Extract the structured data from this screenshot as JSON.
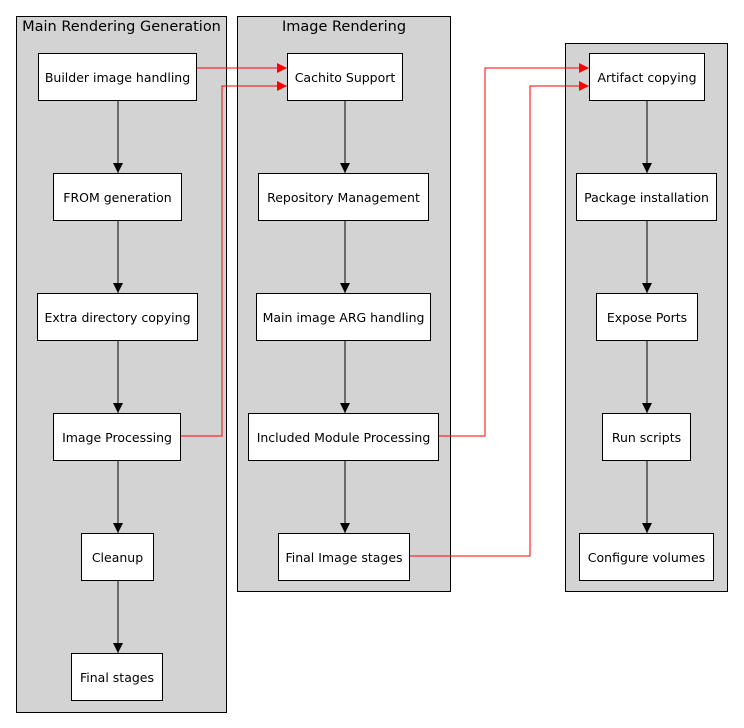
{
  "clusters": {
    "main": {
      "title": "Main Rendering Generation"
    },
    "image": {
      "title": "Image Rendering"
    },
    "third": {
      "title": ""
    }
  },
  "nodes": {
    "builder_image_handling": "Builder image handling",
    "from_generation": "FROM generation",
    "extra_directory_copying": "Extra directory copying",
    "image_processing": "Image Processing",
    "cleanup": "Cleanup",
    "final_stages": "Final stages",
    "cachito_support": "Cachito Support",
    "repository_management": "Repository Management",
    "main_image_arg_handling": "Main image ARG handling",
    "included_module_processing": "Included Module Processing",
    "final_image_stages": "Final Image stages",
    "artifact_copying": "Artifact copying",
    "package_installation": "Package installation",
    "expose_ports": "Expose Ports",
    "run_scripts": "Run scripts",
    "configure_volumes": "Configure volumes"
  },
  "colors": {
    "cluster_fill": "#d3d3d3",
    "node_fill": "#ffffff",
    "flow_edge": "#000000",
    "cross_edge": "#ff0000"
  }
}
